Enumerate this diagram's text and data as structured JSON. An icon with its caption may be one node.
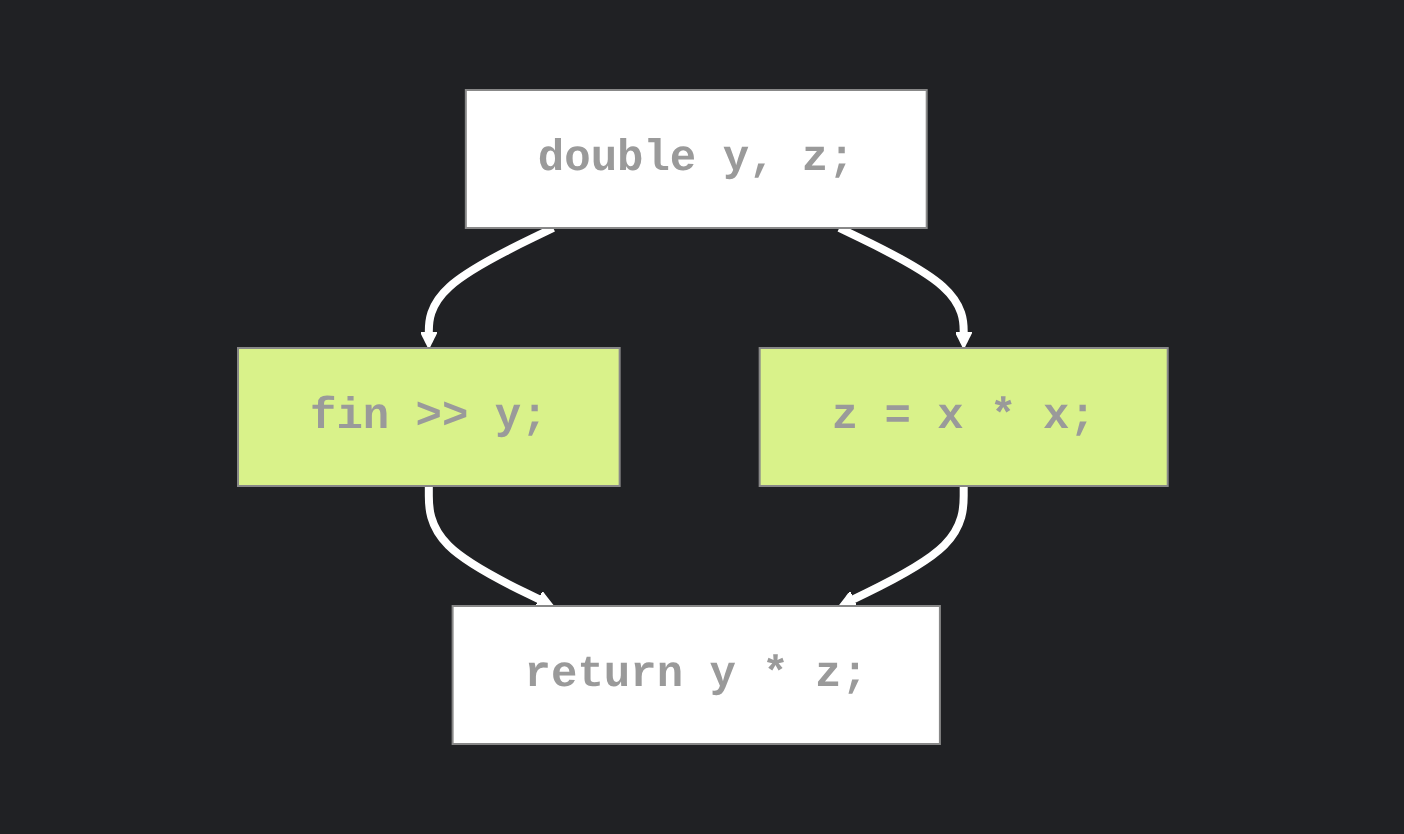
{
  "diagram": {
    "nodes": [
      {
        "text": [
          "double y, z;"
        ]
      },
      {
        "text": [
          "fin >> y;"
        ]
      },
      {
        "text": [
          "z = x * x;"
        ]
      },
      {
        "text": [
          "return y * z;"
        ]
      }
    ],
    "edges": [
      {
        "from": 0,
        "to": 1,
        "arrow": "to"
      },
      {
        "from": 0,
        "to": 2,
        "arrow": "to"
      },
      {
        "from": 1,
        "to": 3,
        "arrow": "to"
      },
      {
        "from": 2,
        "to": 3,
        "arrow": "to"
      }
    ]
  }
}
